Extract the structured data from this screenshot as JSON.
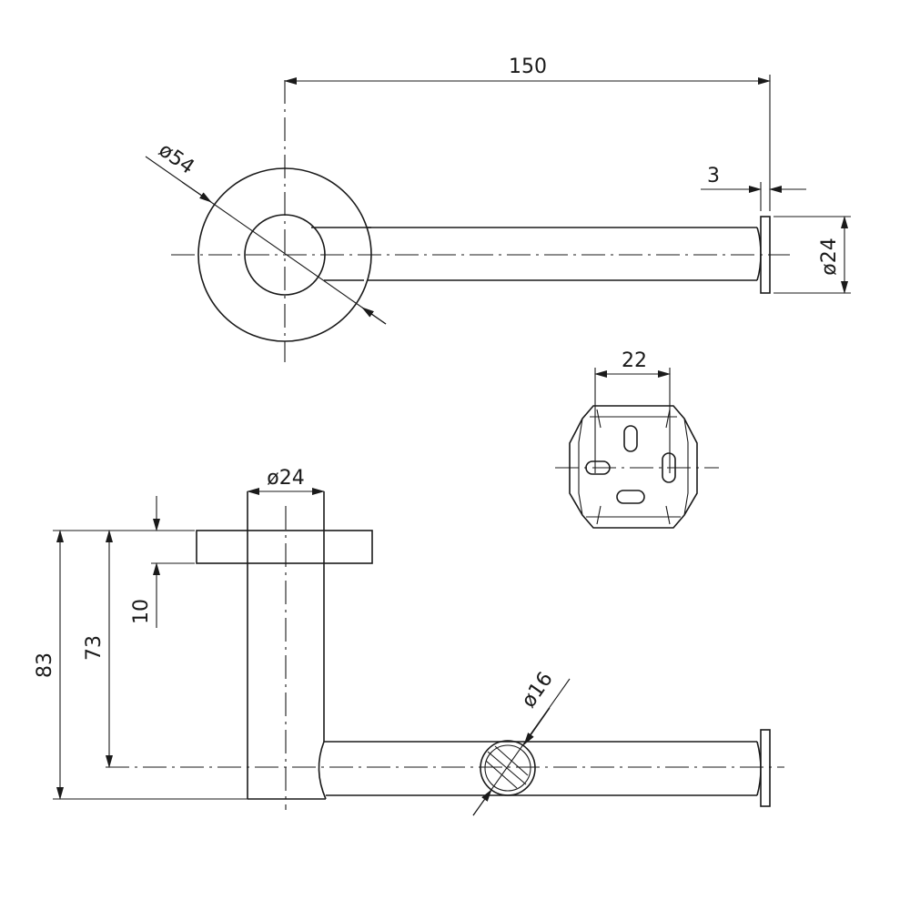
{
  "dimensions": {
    "top_length": "150",
    "flange_diameter": "ø54",
    "cap_thickness": "3",
    "bar_diameter_top": "ø24",
    "plate_width": "22",
    "post_diameter": "ø24",
    "flange_thickness": "10",
    "axis_height": "73",
    "total_height": "83",
    "tube_diameter": "ø16"
  }
}
